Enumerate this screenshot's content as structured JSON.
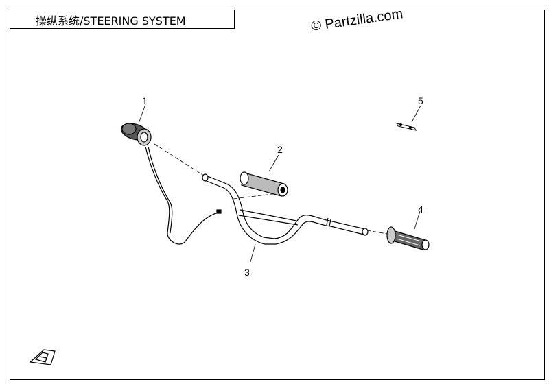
{
  "header": {
    "title": "操纵系统/STEERING SYSTEM"
  },
  "watermark": {
    "text": "© Partzilla.com"
  },
  "callouts": [
    {
      "label": "1"
    },
    {
      "label": "2"
    },
    {
      "label": "3"
    },
    {
      "label": "4"
    },
    {
      "label": "5"
    }
  ],
  "logo": {
    "name": "manufacturer-logo-icon"
  }
}
